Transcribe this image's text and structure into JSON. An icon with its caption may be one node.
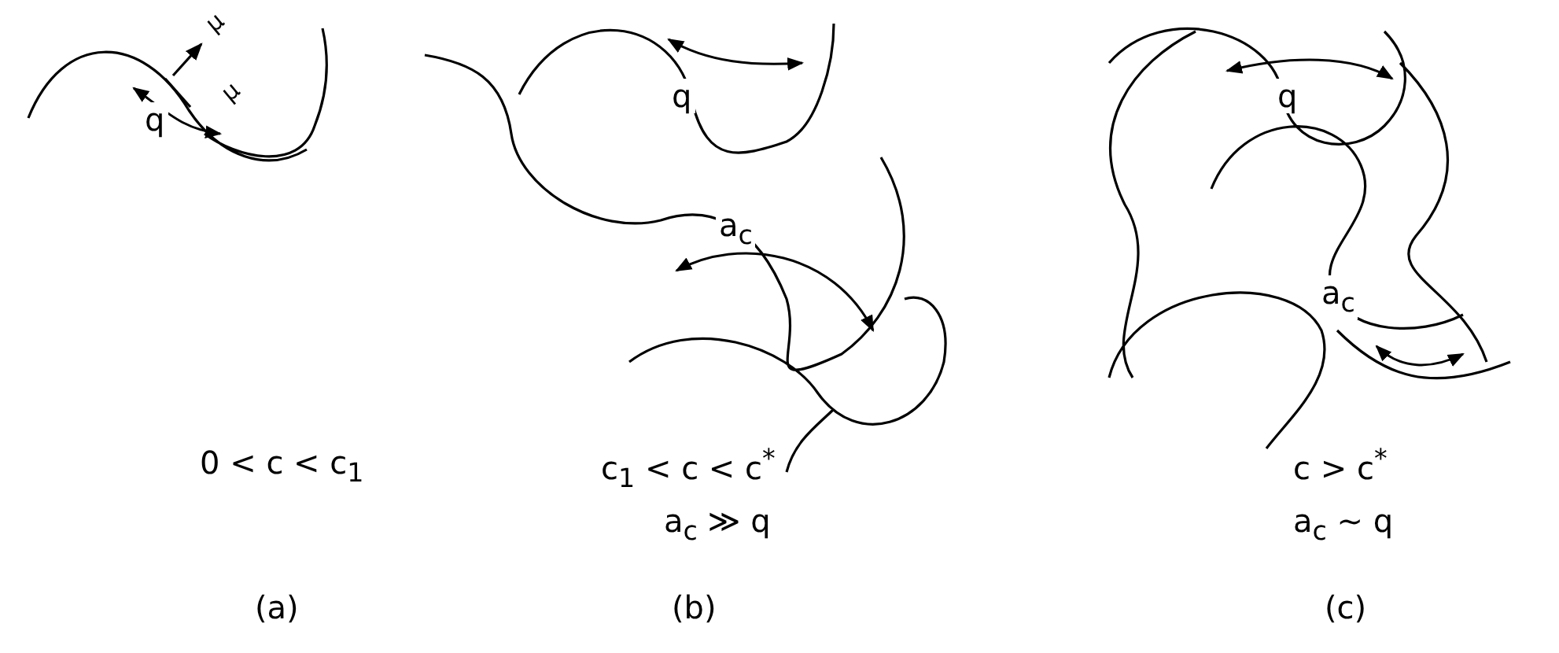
{
  "diagram": {
    "labels": [
      "μ",
      "μ",
      "q",
      "q",
      "a$_{c}$",
      "q",
      "a$_{c}$",
      "0 < c < c$_{1}$",
      "c$_{1}$ < c < c$^{*}$",
      "a$_{c}$ ≫ q",
      "c > c$^{*}$",
      "a$_{c}$ ~ q",
      "(a)",
      "(b)",
      "(c)"
    ]
  }
}
